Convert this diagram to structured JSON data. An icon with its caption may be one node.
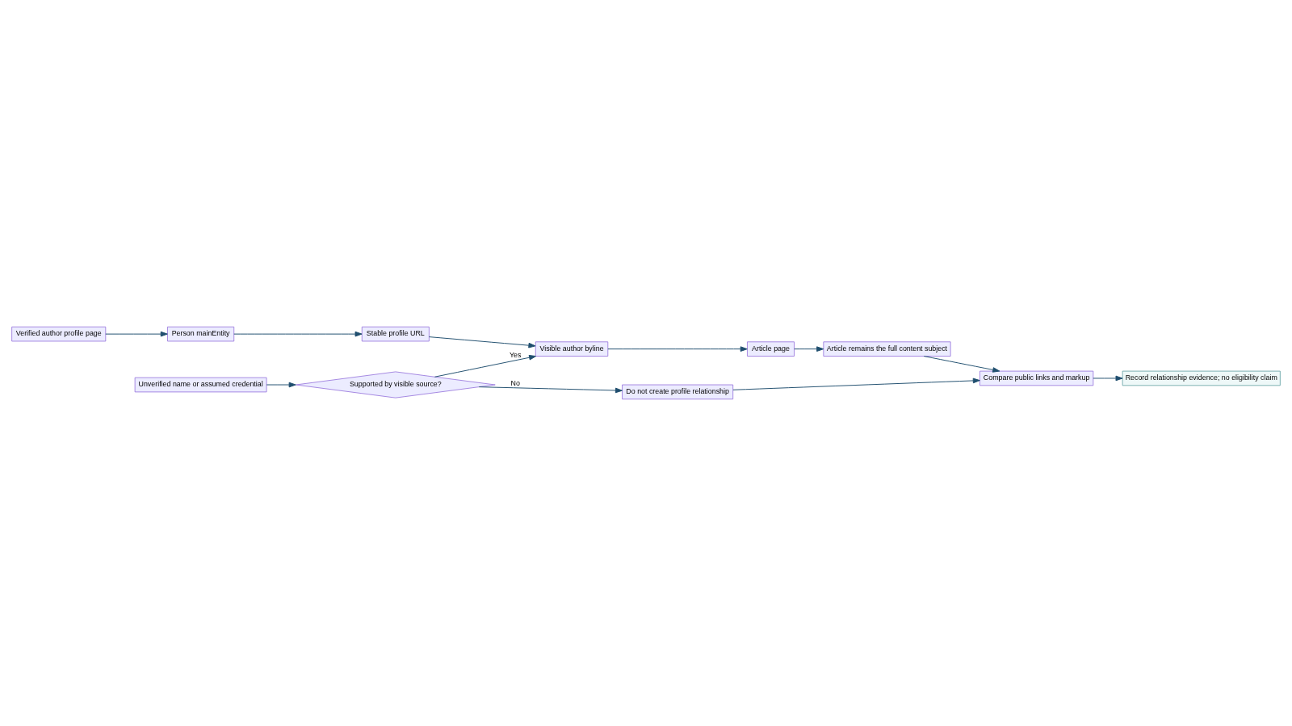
{
  "diagram": {
    "nodes": [
      {
        "text": [
          "Verified author profile page"
        ]
      },
      {
        "text": [
          "Person mainEntity"
        ]
      },
      {
        "text": [
          "Stable profile URL"
        ]
      },
      {
        "text": [
          "Visible author byline"
        ]
      },
      {
        "text": [
          "Article page"
        ]
      },
      {
        "text": [
          "Article remains the full content subject"
        ]
      },
      {
        "text": [
          "Compare public links and markup"
        ]
      },
      {
        "text": [
          "Record relationship evidence; no eligibility claim"
        ]
      },
      {
        "text": [
          "Unverified name or assumed credential"
        ]
      },
      {
        "text": [
          "Supported by visible source?"
        ]
      },
      {
        "text": [
          "Do not create profile relationship"
        ]
      }
    ],
    "edges": [
      {
        "from": 0,
        "to": 1,
        "arrow": "to"
      },
      {
        "from": 1,
        "to": 2,
        "arrow": "to"
      },
      {
        "from": 2,
        "to": 3,
        "arrow": "to"
      },
      {
        "from": 3,
        "to": 4,
        "arrow": "to"
      },
      {
        "from": 4,
        "to": 5,
        "arrow": "to"
      },
      {
        "from": 5,
        "to": 6,
        "arrow": "to"
      },
      {
        "from": 6,
        "to": 7,
        "arrow": "to"
      },
      {
        "from": 8,
        "to": 9,
        "arrow": "to"
      },
      {
        "from": 9,
        "to": 3,
        "arrow": "to",
        "label": "Yes"
      },
      {
        "from": 9,
        "to": 10,
        "arrow": "to",
        "label": "No"
      },
      {
        "from": 10,
        "to": 6,
        "arrow": "to"
      }
    ]
  }
}
